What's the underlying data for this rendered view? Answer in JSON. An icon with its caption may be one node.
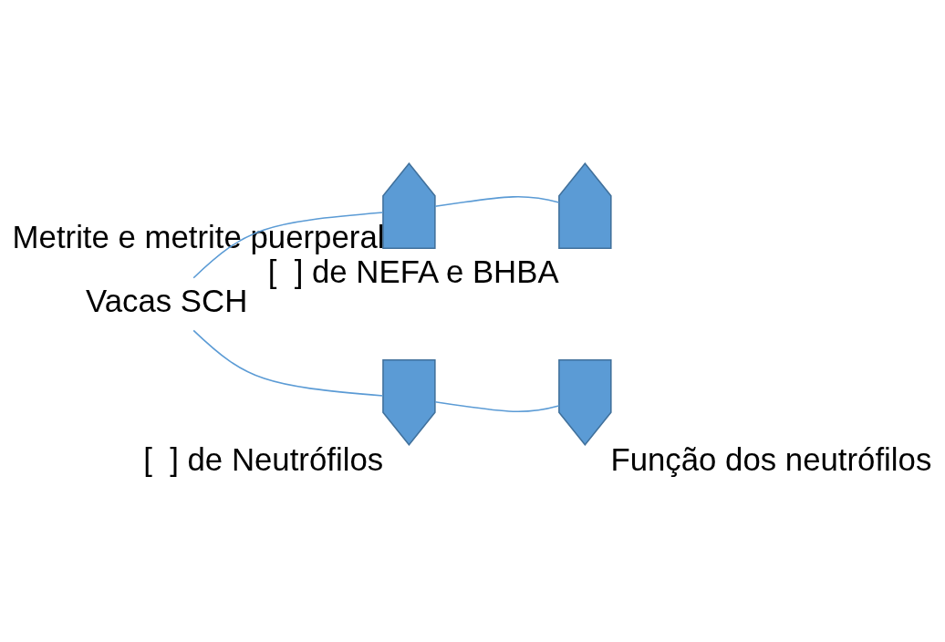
{
  "diagram": {
    "nodes": [
      {
        "text": [],
        "shape": "up-arrow",
        "beside": [
          "[  ] de NEFA e BHBA"
        ]
      },
      {
        "text": [],
        "shape": "up-arrow",
        "beside": [
          "Metrite e metrite puerperal"
        ]
      },
      {
        "text": [
          "Vacas SCH"
        ]
      },
      {
        "text": [],
        "shape": "down-arrow",
        "beside": [
          "[  ] de Neutrófilos"
        ]
      },
      {
        "text": [],
        "shape": "down-arrow",
        "beside": [
          "Função dos neutrófilos"
        ]
      }
    ],
    "edges": [
      {
        "from": 2,
        "to": 1,
        "arrow": "none"
      },
      {
        "from": 1,
        "to": 0,
        "arrow": "none"
      },
      {
        "from": 2,
        "to": 3,
        "arrow": "none"
      },
      {
        "from": 3,
        "to": 4,
        "arrow": "none"
      }
    ]
  }
}
